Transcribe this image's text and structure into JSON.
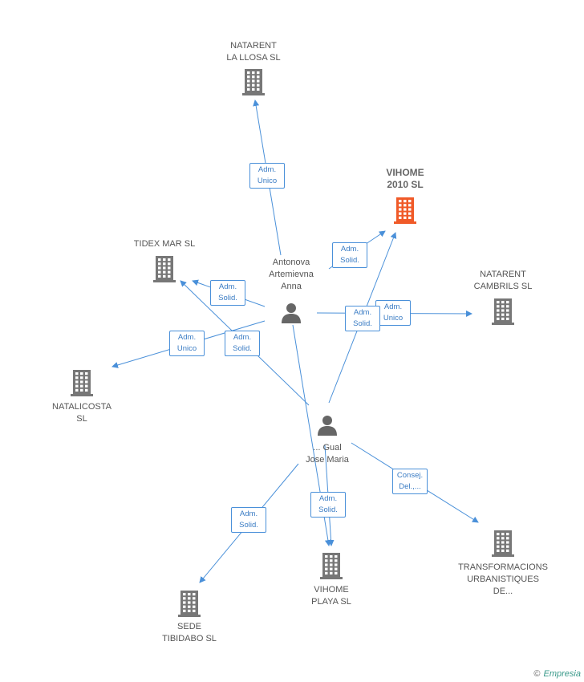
{
  "nodes": [
    {
      "id": "natarent_llosa",
      "type": "company",
      "lines": [
        "NATARENT",
        "LA LLOSA  SL"
      ],
      "main": false
    },
    {
      "id": "vihome2010",
      "type": "company",
      "lines": [
        "VIHOME",
        "2010 SL"
      ],
      "main": true
    },
    {
      "id": "tidex",
      "type": "company",
      "lines": [
        "TIDEX MAR  SL"
      ],
      "main": false
    },
    {
      "id": "natarent_cambrils",
      "type": "company",
      "lines": [
        "NATARENT",
        "CAMBRILS  SL"
      ],
      "main": false
    },
    {
      "id": "natalicosta",
      "type": "company",
      "lines": [
        "NATALICOSTA",
        "SL"
      ],
      "main": false
    },
    {
      "id": "transformacions",
      "type": "company",
      "lines": [
        "TRANSFORMACIONS",
        "URBANISTIQUES",
        "DE..."
      ],
      "main": false
    },
    {
      "id": "vihome_playa",
      "type": "company",
      "lines": [
        "VIHOME",
        "PLAYA  SL"
      ],
      "main": false
    },
    {
      "id": "sede",
      "type": "company",
      "lines": [
        "SEDE",
        "TIBIDABO SL"
      ],
      "main": false
    },
    {
      "id": "antonova",
      "type": "person",
      "lines": [
        "Antonova",
        "Artemievna",
        "Anna"
      ],
      "main": false
    },
    {
      "id": "gual",
      "type": "person",
      "lines": [
        "... Gual",
        "Jose Maria"
      ],
      "main": false
    }
  ],
  "edges": [
    {
      "from": "antonova",
      "to": "natarent_llosa",
      "label": [
        "Adm.",
        "Unico"
      ]
    },
    {
      "from": "antonova",
      "to": "vihome2010",
      "label": [
        "Adm.",
        "Solid."
      ]
    },
    {
      "from": "antonova",
      "to": "tidex",
      "label": [
        "Adm.",
        "Solid."
      ]
    },
    {
      "from": "antonova",
      "to": "natalicosta",
      "label": [
        "Adm.",
        "Unico"
      ]
    },
    {
      "from": "antonova",
      "to": "natarent_cambrils",
      "label": [
        "Adm.",
        "Unico"
      ]
    },
    {
      "from": "antonova",
      "to": "vihome_playa",
      "label": [
        "Adm.",
        "Solid."
      ]
    },
    {
      "from": "gual",
      "to": "tidex",
      "label": [
        "Adm.",
        "Solid."
      ]
    },
    {
      "from": "gual",
      "to": "vihome2010",
      "label": [
        "Adm.",
        "Solid."
      ]
    },
    {
      "from": "gual",
      "to": "vihome_playa",
      "label": [
        "Adm.",
        "Solid."
      ]
    },
    {
      "from": "gual",
      "to": "transformacions",
      "label": [
        "Consej.",
        "Del.,..."
      ]
    },
    {
      "from": "gual",
      "to": "sede",
      "label": [
        "Adm.",
        "Solid."
      ]
    }
  ],
  "colors": {
    "edge": "#4a90d9",
    "company": "#777777",
    "main_company": "#f05a28",
    "person": "#666666"
  },
  "watermark": {
    "symbol": "©",
    "brand": "Empresia"
  }
}
